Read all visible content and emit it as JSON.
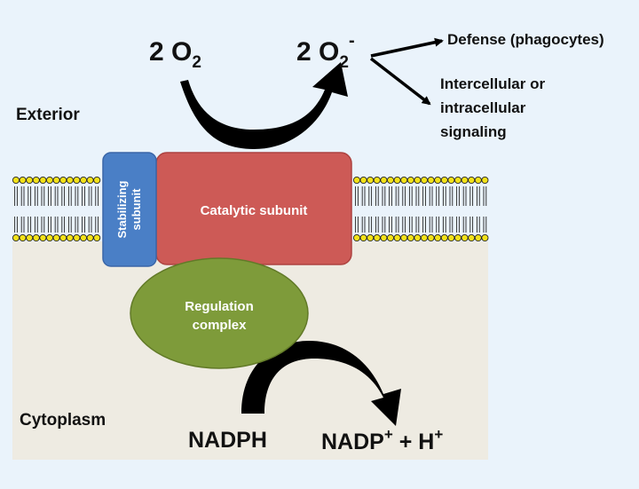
{
  "reaction_top": {
    "reactant_coef": "2",
    "reactant_species": "O",
    "reactant_subscript": "2",
    "product_coef": "2",
    "product_species": "O",
    "product_subscript": "2",
    "product_charge": "-"
  },
  "outcomes": {
    "defense": "Defense (phagocytes)",
    "signaling_line1": "Intercellular or",
    "signaling_line2": "intracellular",
    "signaling_line3": "signaling"
  },
  "regions": {
    "exterior": "Exterior",
    "cytoplasm": "Cytoplasm"
  },
  "subunits": {
    "stabilizing_line1": "Stabilizing",
    "stabilizing_line2": "subunit",
    "catalytic": "Catalytic subunit",
    "regulation_line1": "Regulation",
    "regulation_line2": "complex"
  },
  "reaction_bottom": {
    "reactant": "NADPH",
    "product1": "NADP",
    "product1_charge": "+",
    "plus": "+",
    "product2": "H",
    "product2_charge": "+"
  },
  "colors": {
    "background": "#eaf3fb",
    "cytoplasm": "#eeebe2",
    "catalytic": "#cd5a56",
    "stabilizing": "#4a7fc6",
    "regulation": "#7e9b3a",
    "lipid_head": "#f2e11a"
  }
}
